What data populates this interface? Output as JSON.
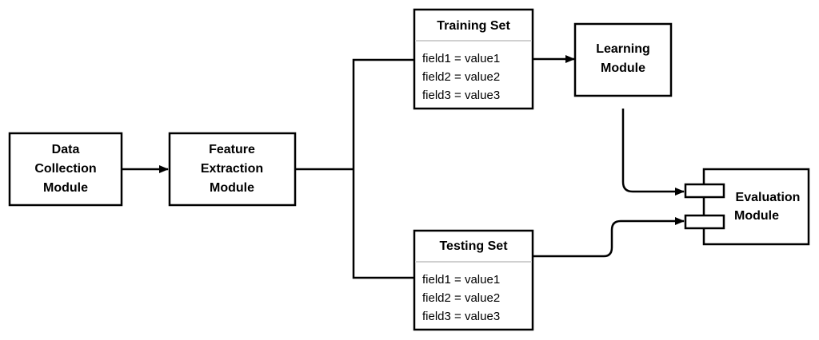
{
  "nodes": {
    "data_collection": {
      "lines": [
        "Data",
        "Collection",
        "Module"
      ]
    },
    "feature_extraction": {
      "lines": [
        "Feature",
        "Extraction",
        "Module"
      ]
    },
    "training_set": {
      "title": "Training Set",
      "fields": [
        "field1 = value1",
        "field2 = value2",
        "field3 = value3"
      ]
    },
    "testing_set": {
      "title": "Testing Set",
      "fields": [
        "field1 = value1",
        "field2 = value2",
        "field3 = value3"
      ]
    },
    "learning": {
      "lines": [
        "Learning",
        "Module"
      ]
    },
    "evaluation": {
      "lines": [
        "Evaluation",
        "Module"
      ]
    }
  },
  "colors": {
    "stroke": "#000000",
    "fill": "#ffffff",
    "divider": "#d0d0d0"
  }
}
